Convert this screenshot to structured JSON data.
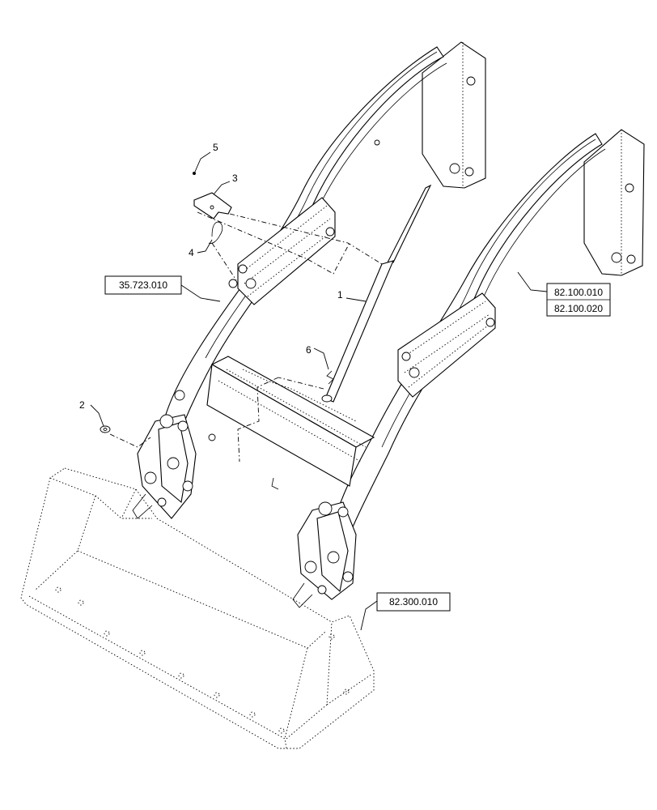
{
  "callouts": {
    "c1": "1",
    "c2": "2",
    "c3": "3",
    "c4": "4",
    "c5": "5",
    "c6": "6"
  },
  "references": {
    "ref_boom_left": "35.723.010",
    "ref_boom_right_a": "82.100.010",
    "ref_boom_right_b": "82.100.020",
    "ref_bucket": "82.300.010"
  }
}
